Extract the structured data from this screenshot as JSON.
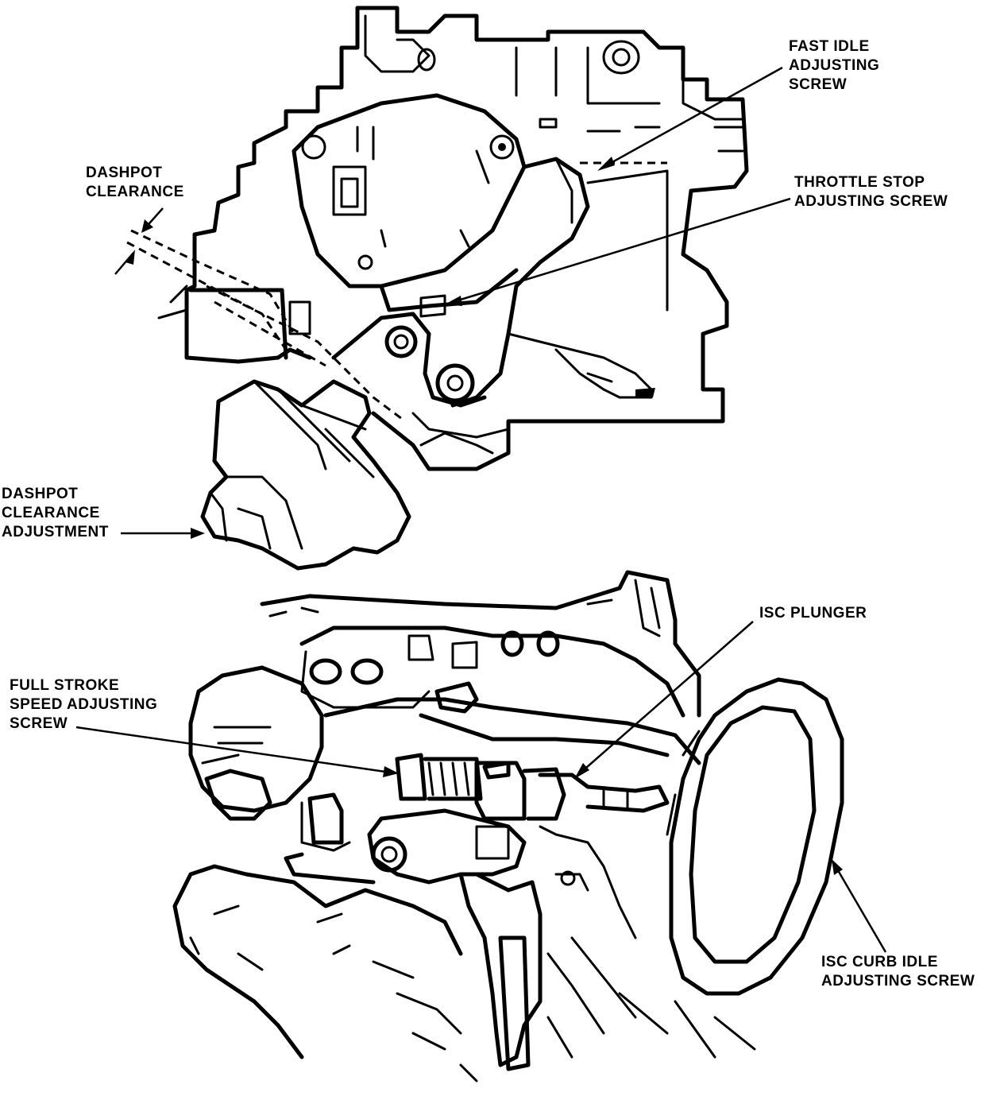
{
  "labels": {
    "fast_idle": [
      "FAST IDLE",
      "ADJUSTING",
      "SCREW"
    ],
    "dashpot_clearance": [
      "DASHPOT",
      "CLEARANCE"
    ],
    "throttle_stop": [
      "THROTTLE STOP",
      "ADJUSTING SCREW"
    ],
    "dashpot_adjustment": [
      "DASHPOT",
      "CLEARANCE",
      "ADJUSTMENT"
    ],
    "isc_plunger": [
      "ISC PLUNGER"
    ],
    "full_stroke": [
      "FULL STROKE",
      "SPEED ADJUSTING",
      "SCREW"
    ],
    "isc_curb_idle": [
      "ISC CURB IDLE",
      "ADJUSTING SCREW"
    ]
  },
  "colors": {
    "ink": "#000000",
    "paper": "#ffffff"
  }
}
